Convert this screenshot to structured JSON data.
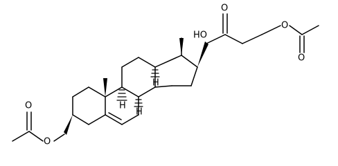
{
  "molecule": {
    "atom_labels": {
      "oxygen": "O",
      "hydrogen": "H",
      "hydroxyl": "HO"
    }
  }
}
